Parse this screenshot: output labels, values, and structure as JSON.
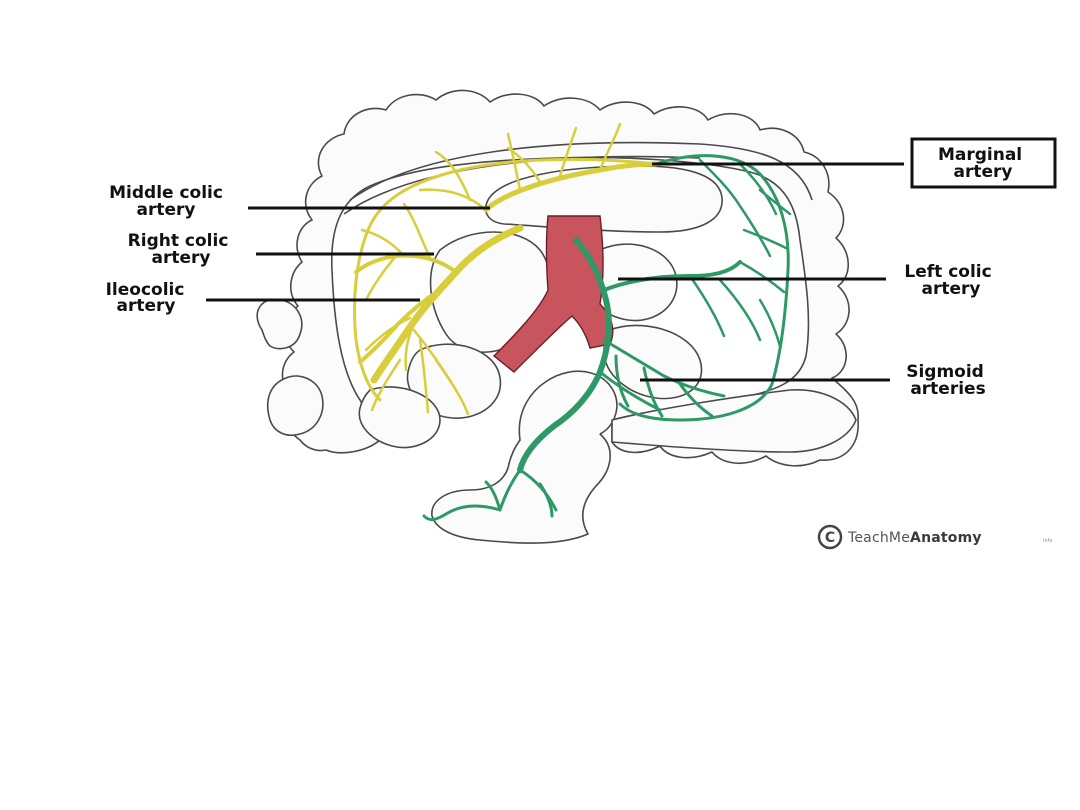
{
  "labels": {
    "middle_colic": [
      "Middle colic",
      "artery"
    ],
    "right_colic": [
      "Right colic",
      "artery"
    ],
    "ileocolic": [
      "Ileocolic",
      "artery"
    ],
    "marginal": [
      "Marginal",
      "artery"
    ],
    "left_colic": [
      "Left colic",
      "artery"
    ],
    "sigmoid": [
      "Sigmoid",
      "arteries"
    ]
  },
  "branding": {
    "copyright_symbol": "C",
    "name_regular": "TeachMe",
    "name_bold": "Anatomy",
    "suffix": "info"
  },
  "colors": {
    "background": "#ffffff",
    "colon_fill": "#fbfbfb",
    "colon_outline": "#4a4a4a",
    "aorta": "#c8545e",
    "superior_branch": "#d8ce3c",
    "inferior_branch": "#2e9966",
    "label_text": "#111111"
  }
}
